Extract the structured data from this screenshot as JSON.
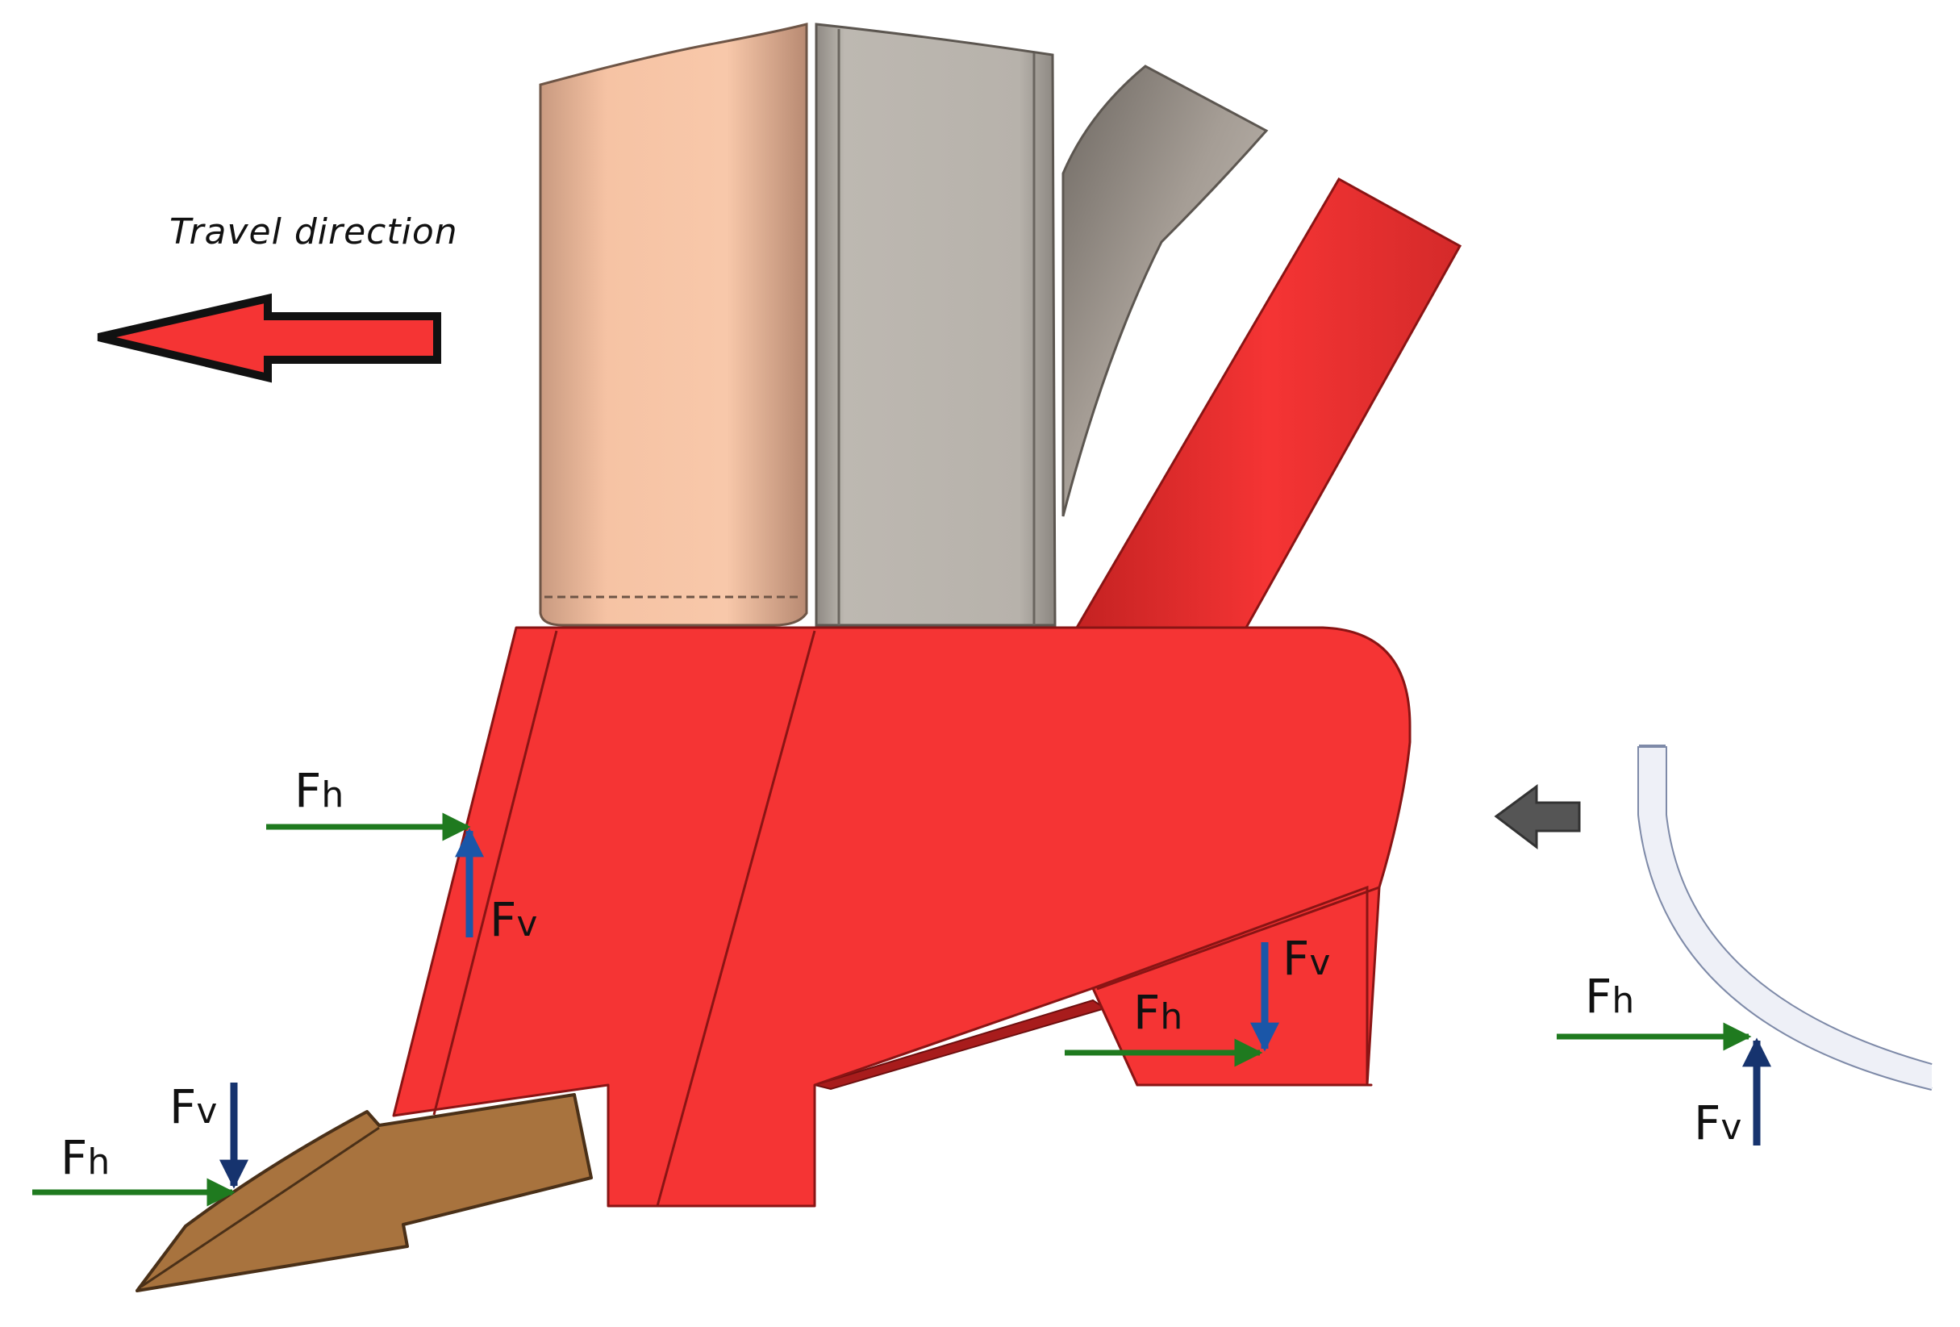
{
  "diagram": {
    "travel_label": "Travel  direction",
    "force_main": "F",
    "sub_h": "h",
    "sub_v": "v",
    "colors": {
      "shank_red": "#f53434",
      "shank_edge": "#8a1414",
      "share_brown": "#a8733e",
      "tube_peach": "#f6c3a4",
      "tube_gray": "#b9b4ad",
      "chute_gray": "#9c948c",
      "force_green": "#1f7a1f",
      "force_blue": "#1a56a8",
      "force_navy": "#16336e",
      "arrow_dark": "#555555",
      "wheel_stroke": "#7e8aa8"
    }
  }
}
